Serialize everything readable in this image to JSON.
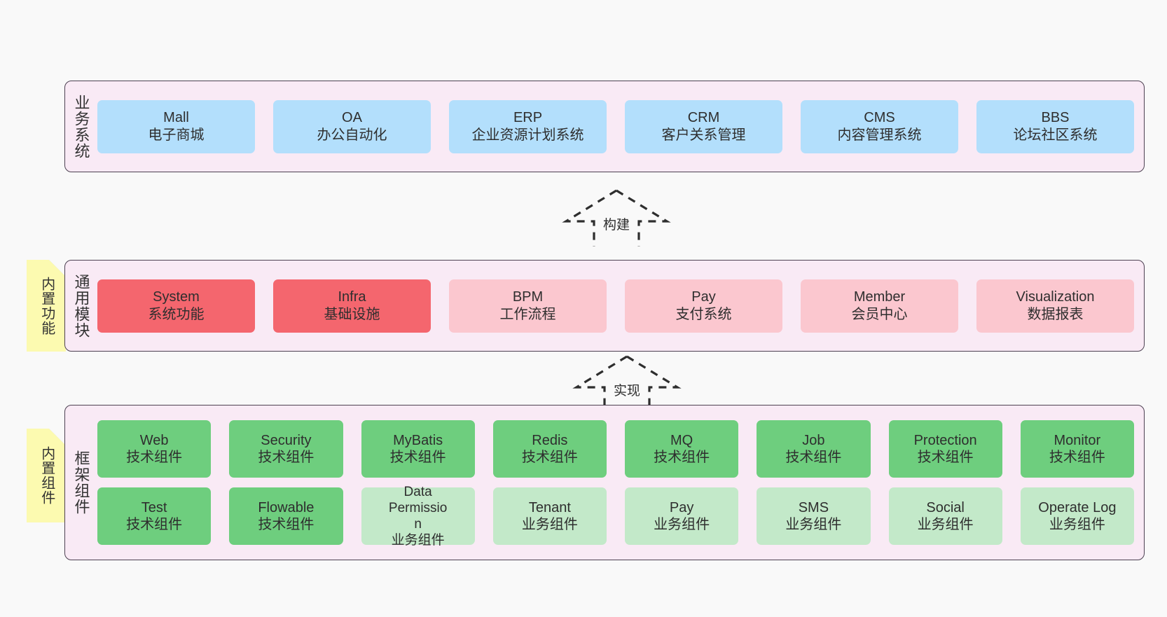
{
  "diagram": {
    "title": "Project Architecture Layers",
    "colors": {
      "panel_bg": "#f9eaf5",
      "panel_border": "#4d4152",
      "blue": "#b3dffc",
      "red": "#f4666e",
      "pink": "#fbc7cf",
      "green": "#6ece7e",
      "light_green": "#c3e9c9",
      "sticky": "#fcfab0",
      "canvas_bg": "#f9f9f9"
    }
  },
  "layers": [
    {
      "id": "business-systems",
      "label": "业务系统",
      "sticky": null,
      "rows": [
        [
          {
            "name": "Mall",
            "sub": "电子商城",
            "color": "blue"
          },
          {
            "name": "OA",
            "sub": "办公自动化",
            "color": "blue"
          },
          {
            "name": "ERP",
            "sub": "企业资源计划系统",
            "color": "blue"
          },
          {
            "name": "CRM",
            "sub": "客户关系管理",
            "color": "blue"
          },
          {
            "name": "CMS",
            "sub": "内容管理系统",
            "color": "blue"
          },
          {
            "name": "BBS",
            "sub": "论坛社区系统",
            "color": "blue"
          }
        ]
      ]
    },
    {
      "id": "common-modules",
      "label": "通用模块",
      "sticky": "内置功能",
      "rows": [
        [
          {
            "name": "System",
            "sub": "系统功能",
            "color": "red"
          },
          {
            "name": "Infra",
            "sub": "基础设施",
            "color": "red"
          },
          {
            "name": "BPM",
            "sub": "工作流程",
            "color": "pink"
          },
          {
            "name": "Pay",
            "sub": "支付系统",
            "color": "pink"
          },
          {
            "name": "Member",
            "sub": "会员中心",
            "color": "pink"
          },
          {
            "name": "Visualization",
            "sub": "数据报表",
            "color": "pink"
          }
        ]
      ]
    },
    {
      "id": "framework-components",
      "label": "框架组件",
      "sticky": "内置组件",
      "rows": [
        [
          {
            "name": "Web",
            "sub": "技术组件",
            "color": "green"
          },
          {
            "name": "Security",
            "sub": "技术组件",
            "color": "green"
          },
          {
            "name": "MyBatis",
            "sub": "技术组件",
            "color": "green"
          },
          {
            "name": "Redis",
            "sub": "技术组件",
            "color": "green"
          },
          {
            "name": "MQ",
            "sub": "技术组件",
            "color": "green"
          },
          {
            "name": "Job",
            "sub": "技术组件",
            "color": "green"
          },
          {
            "name": "Protection",
            "sub": "技术组件",
            "color": "green"
          },
          {
            "name": "Monitor",
            "sub": "技术组件",
            "color": "green"
          }
        ],
        [
          {
            "name": "Test",
            "sub": "技术组件",
            "color": "green"
          },
          {
            "name": "Flowable",
            "sub": "技术组件",
            "color": "green"
          },
          {
            "name": "Data Permission",
            "sub": "业务组件",
            "color": "lgreen"
          },
          {
            "name": "Tenant",
            "sub": "业务组件",
            "color": "lgreen"
          },
          {
            "name": "Pay",
            "sub": "业务组件",
            "color": "lgreen"
          },
          {
            "name": "SMS",
            "sub": "业务组件",
            "color": "lgreen"
          },
          {
            "name": "Social",
            "sub": "业务组件",
            "color": "lgreen"
          },
          {
            "name": "Operate Log",
            "sub": "业务组件",
            "color": "lgreen"
          }
        ]
      ]
    }
  ],
  "connectors": [
    {
      "id": "build",
      "label": "构建"
    },
    {
      "id": "implement",
      "label": "实现"
    }
  ]
}
